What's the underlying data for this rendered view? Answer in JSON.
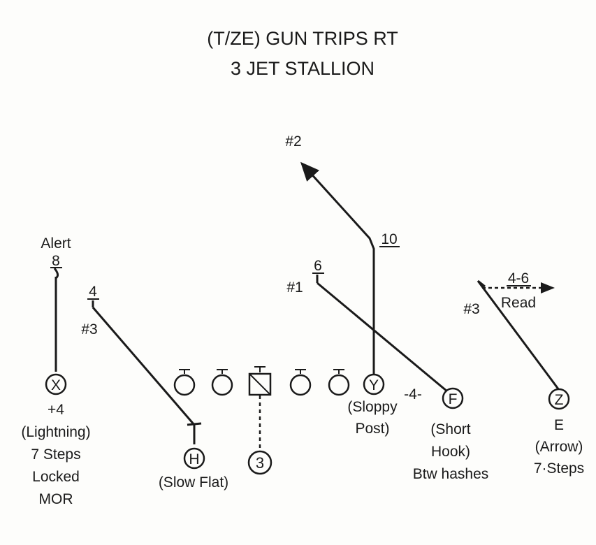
{
  "title": {
    "line1": "(T/ZE) GUN TRIPS RT",
    "line2": "3 JET STALLION"
  },
  "players": {
    "x": {
      "letter": "X",
      "notes": [
        "+4",
        "(Lightning)",
        "7 Steps",
        "Locked",
        "MOR"
      ]
    },
    "h": {
      "letter": "H",
      "note": "(Slow Flat)"
    },
    "back": {
      "letter": "3"
    },
    "y": {
      "letter": "Y",
      "notes": [
        "(Sloppy",
        "Post)"
      ]
    },
    "f": {
      "letter": "F",
      "split": "-4-",
      "notes": [
        "(Short",
        "Hook)",
        "Btw hashes"
      ]
    },
    "z": {
      "letter": "Z",
      "notes": [
        "E",
        "(Arrow)",
        "7·Steps"
      ]
    }
  },
  "routes": {
    "x": {
      "alert": "Alert",
      "depth": "8"
    },
    "h": {
      "depth": "4",
      "read": "#3"
    },
    "y": {
      "depth": "10",
      "read": "#2"
    },
    "f": {
      "depth": "6",
      "read": "#1"
    },
    "z": {
      "depth": "4-6",
      "tag": "Read",
      "read": "#3"
    }
  }
}
